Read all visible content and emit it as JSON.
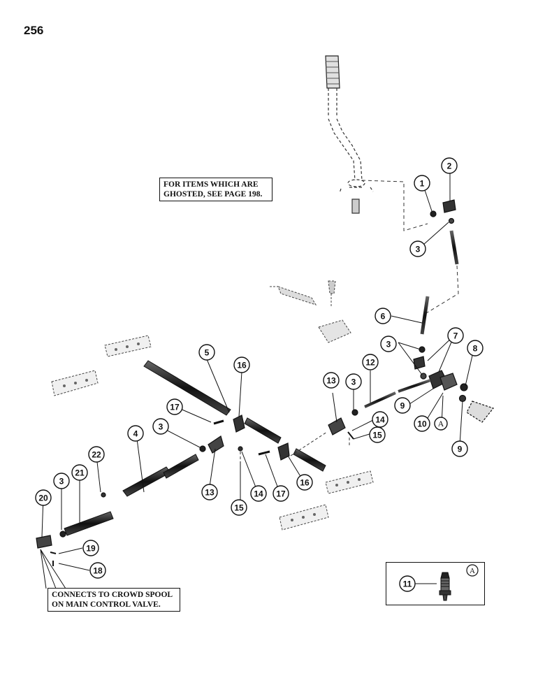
{
  "page_number": "256",
  "notes": {
    "ghosted": [
      "FOR ITEMS WHICH ARE",
      "GHOSTED, SEE PAGE 198."
    ],
    "crowd_spool": [
      "CONNECTS TO CROWD SPOOL",
      "ON MAIN CONTROL VALVE."
    ]
  },
  "detail": {
    "view_letter": "A",
    "part": "11"
  },
  "callouts": [
    "1",
    "2",
    "3",
    "6",
    "3",
    "7",
    "8",
    "5",
    "16",
    "12",
    "13",
    "3",
    "9",
    "10",
    "A",
    "9",
    "17",
    "3",
    "4",
    "22",
    "21",
    "13",
    "14",
    "15",
    "14",
    "15",
    "17",
    "16",
    "3",
    "20",
    "19",
    "18"
  ]
}
